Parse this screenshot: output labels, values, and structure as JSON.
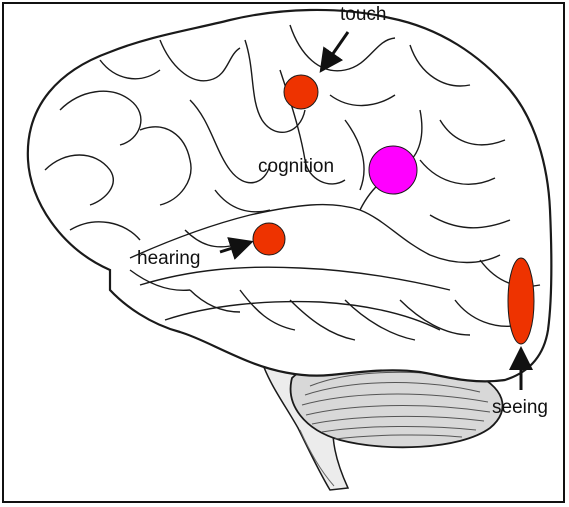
{
  "labels": {
    "touch": "touch",
    "cognition": "cognition",
    "hearing": "hearing",
    "seeing": "seeing"
  },
  "colors": {
    "region_red": "#ee3300",
    "region_magenta": "#ff00ff",
    "outline": "#1a1a1a",
    "cerebellum_shade": "#d8d8d8"
  },
  "icons": {
    "pointer": "arrow-icon"
  }
}
